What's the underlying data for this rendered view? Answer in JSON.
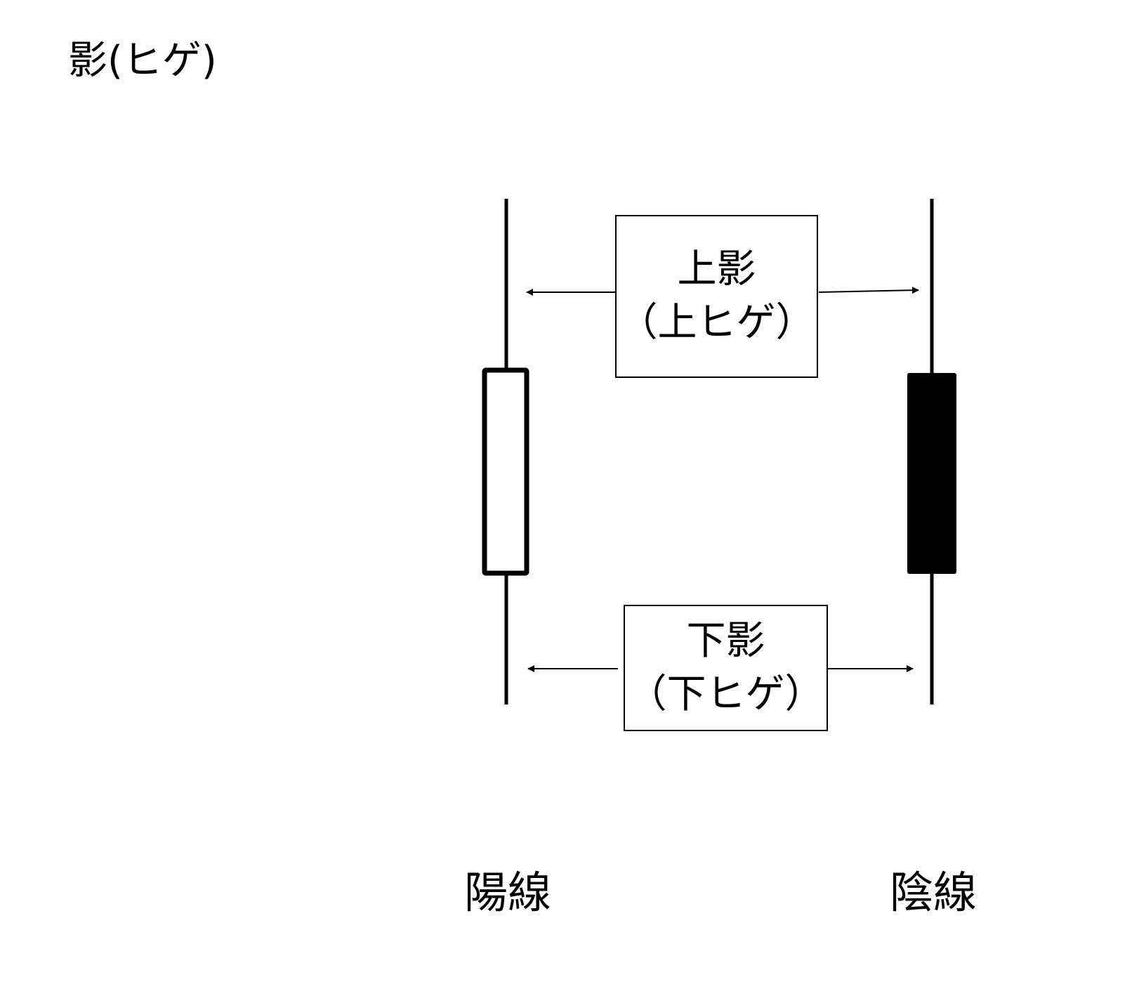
{
  "title": "影(ヒゲ)",
  "upper_box": {
    "line1": "上影",
    "line2": "（上ヒゲ）"
  },
  "lower_box": {
    "line1": "下影",
    "line2": "（下ヒゲ）"
  },
  "candles": {
    "bullish_label": "陽線",
    "bearish_label": "陰線"
  },
  "colors": {
    "stroke": "#000000",
    "bearish_fill": "#000000",
    "bullish_fill": "#ffffff"
  }
}
